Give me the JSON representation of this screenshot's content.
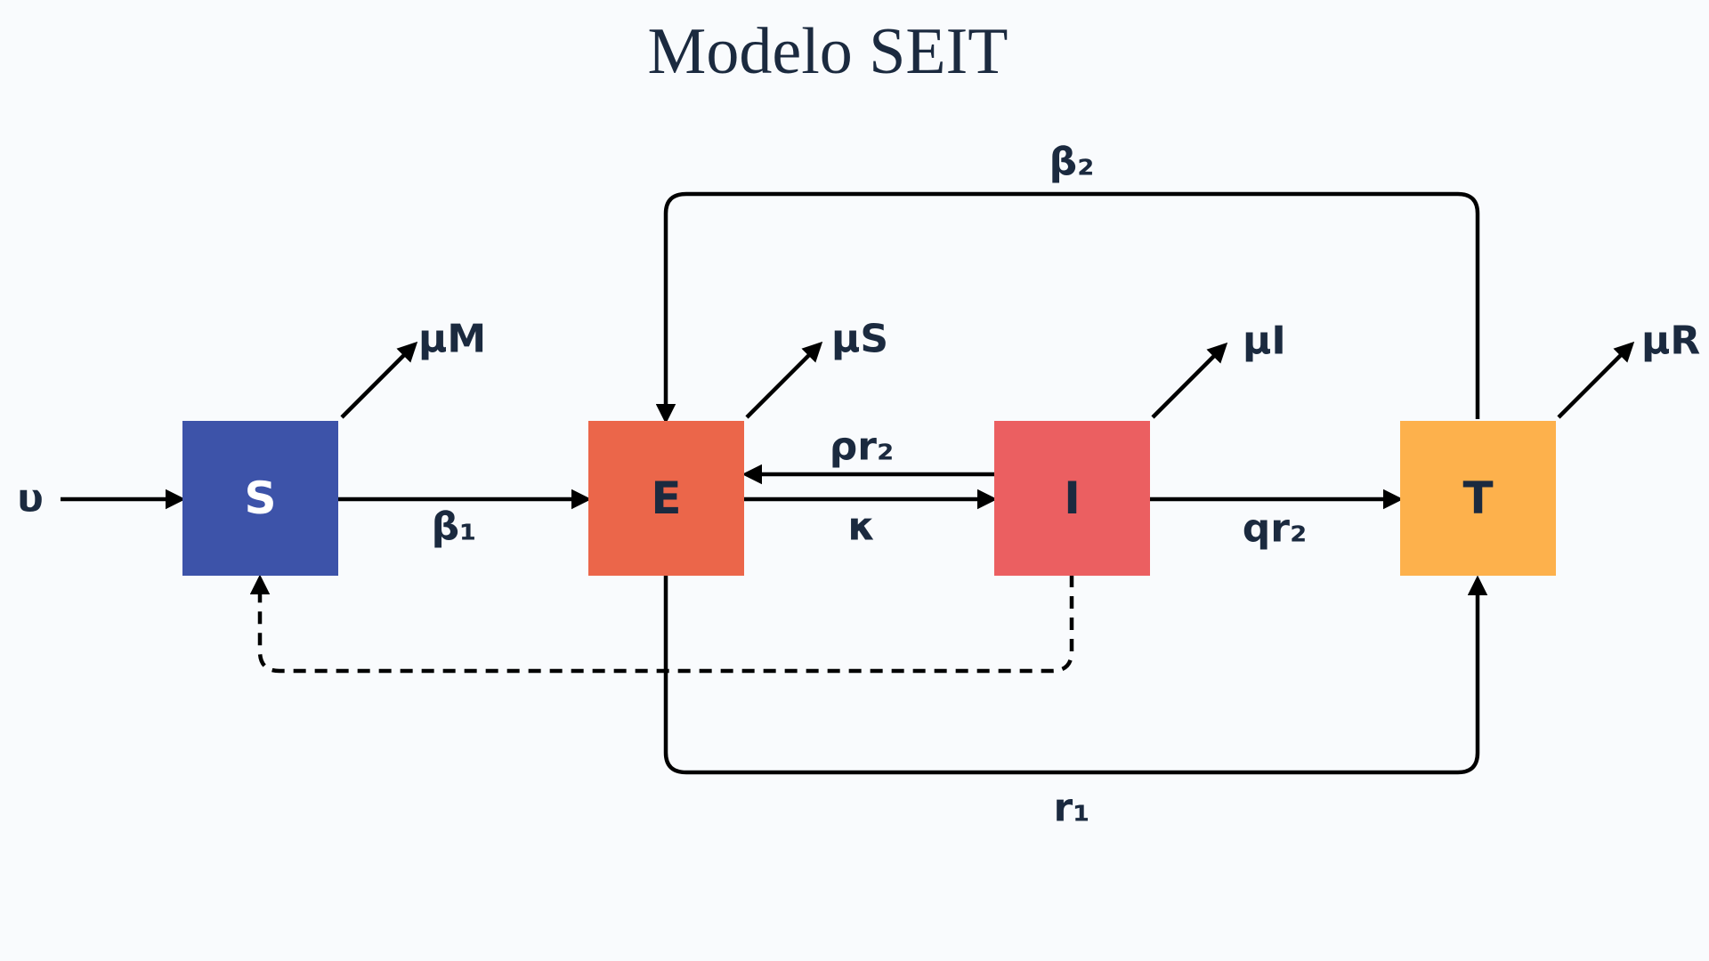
{
  "title": "Modelo SEIT",
  "nodes": [
    {
      "id": "S",
      "label": "S",
      "color": "#3d53a9",
      "text_color": "#ffffff"
    },
    {
      "id": "E",
      "label": "E",
      "color": "#eb664a",
      "text_color": "#1b2a3f"
    },
    {
      "id": "I",
      "label": "I",
      "color": "#eb5f61",
      "text_color": "#1b2a3f"
    },
    {
      "id": "T",
      "label": "T",
      "color": "#fdb14c",
      "text_color": "#1b2a3f"
    }
  ],
  "rates": {
    "inflow": "υ",
    "mu_s": "μM",
    "mu_e": "μS",
    "mu_i": "μI",
    "mu_t": "μR",
    "s_to_e": "β₁",
    "e_to_i": "κ",
    "i_to_e": "ρr₂",
    "i_to_t": "qr₂",
    "t_to_e": "β₂",
    "e_to_t": "r₁"
  },
  "colors": {
    "arrow": "#000000",
    "text": "#1b2a3f",
    "background": "#f9fbfd"
  }
}
